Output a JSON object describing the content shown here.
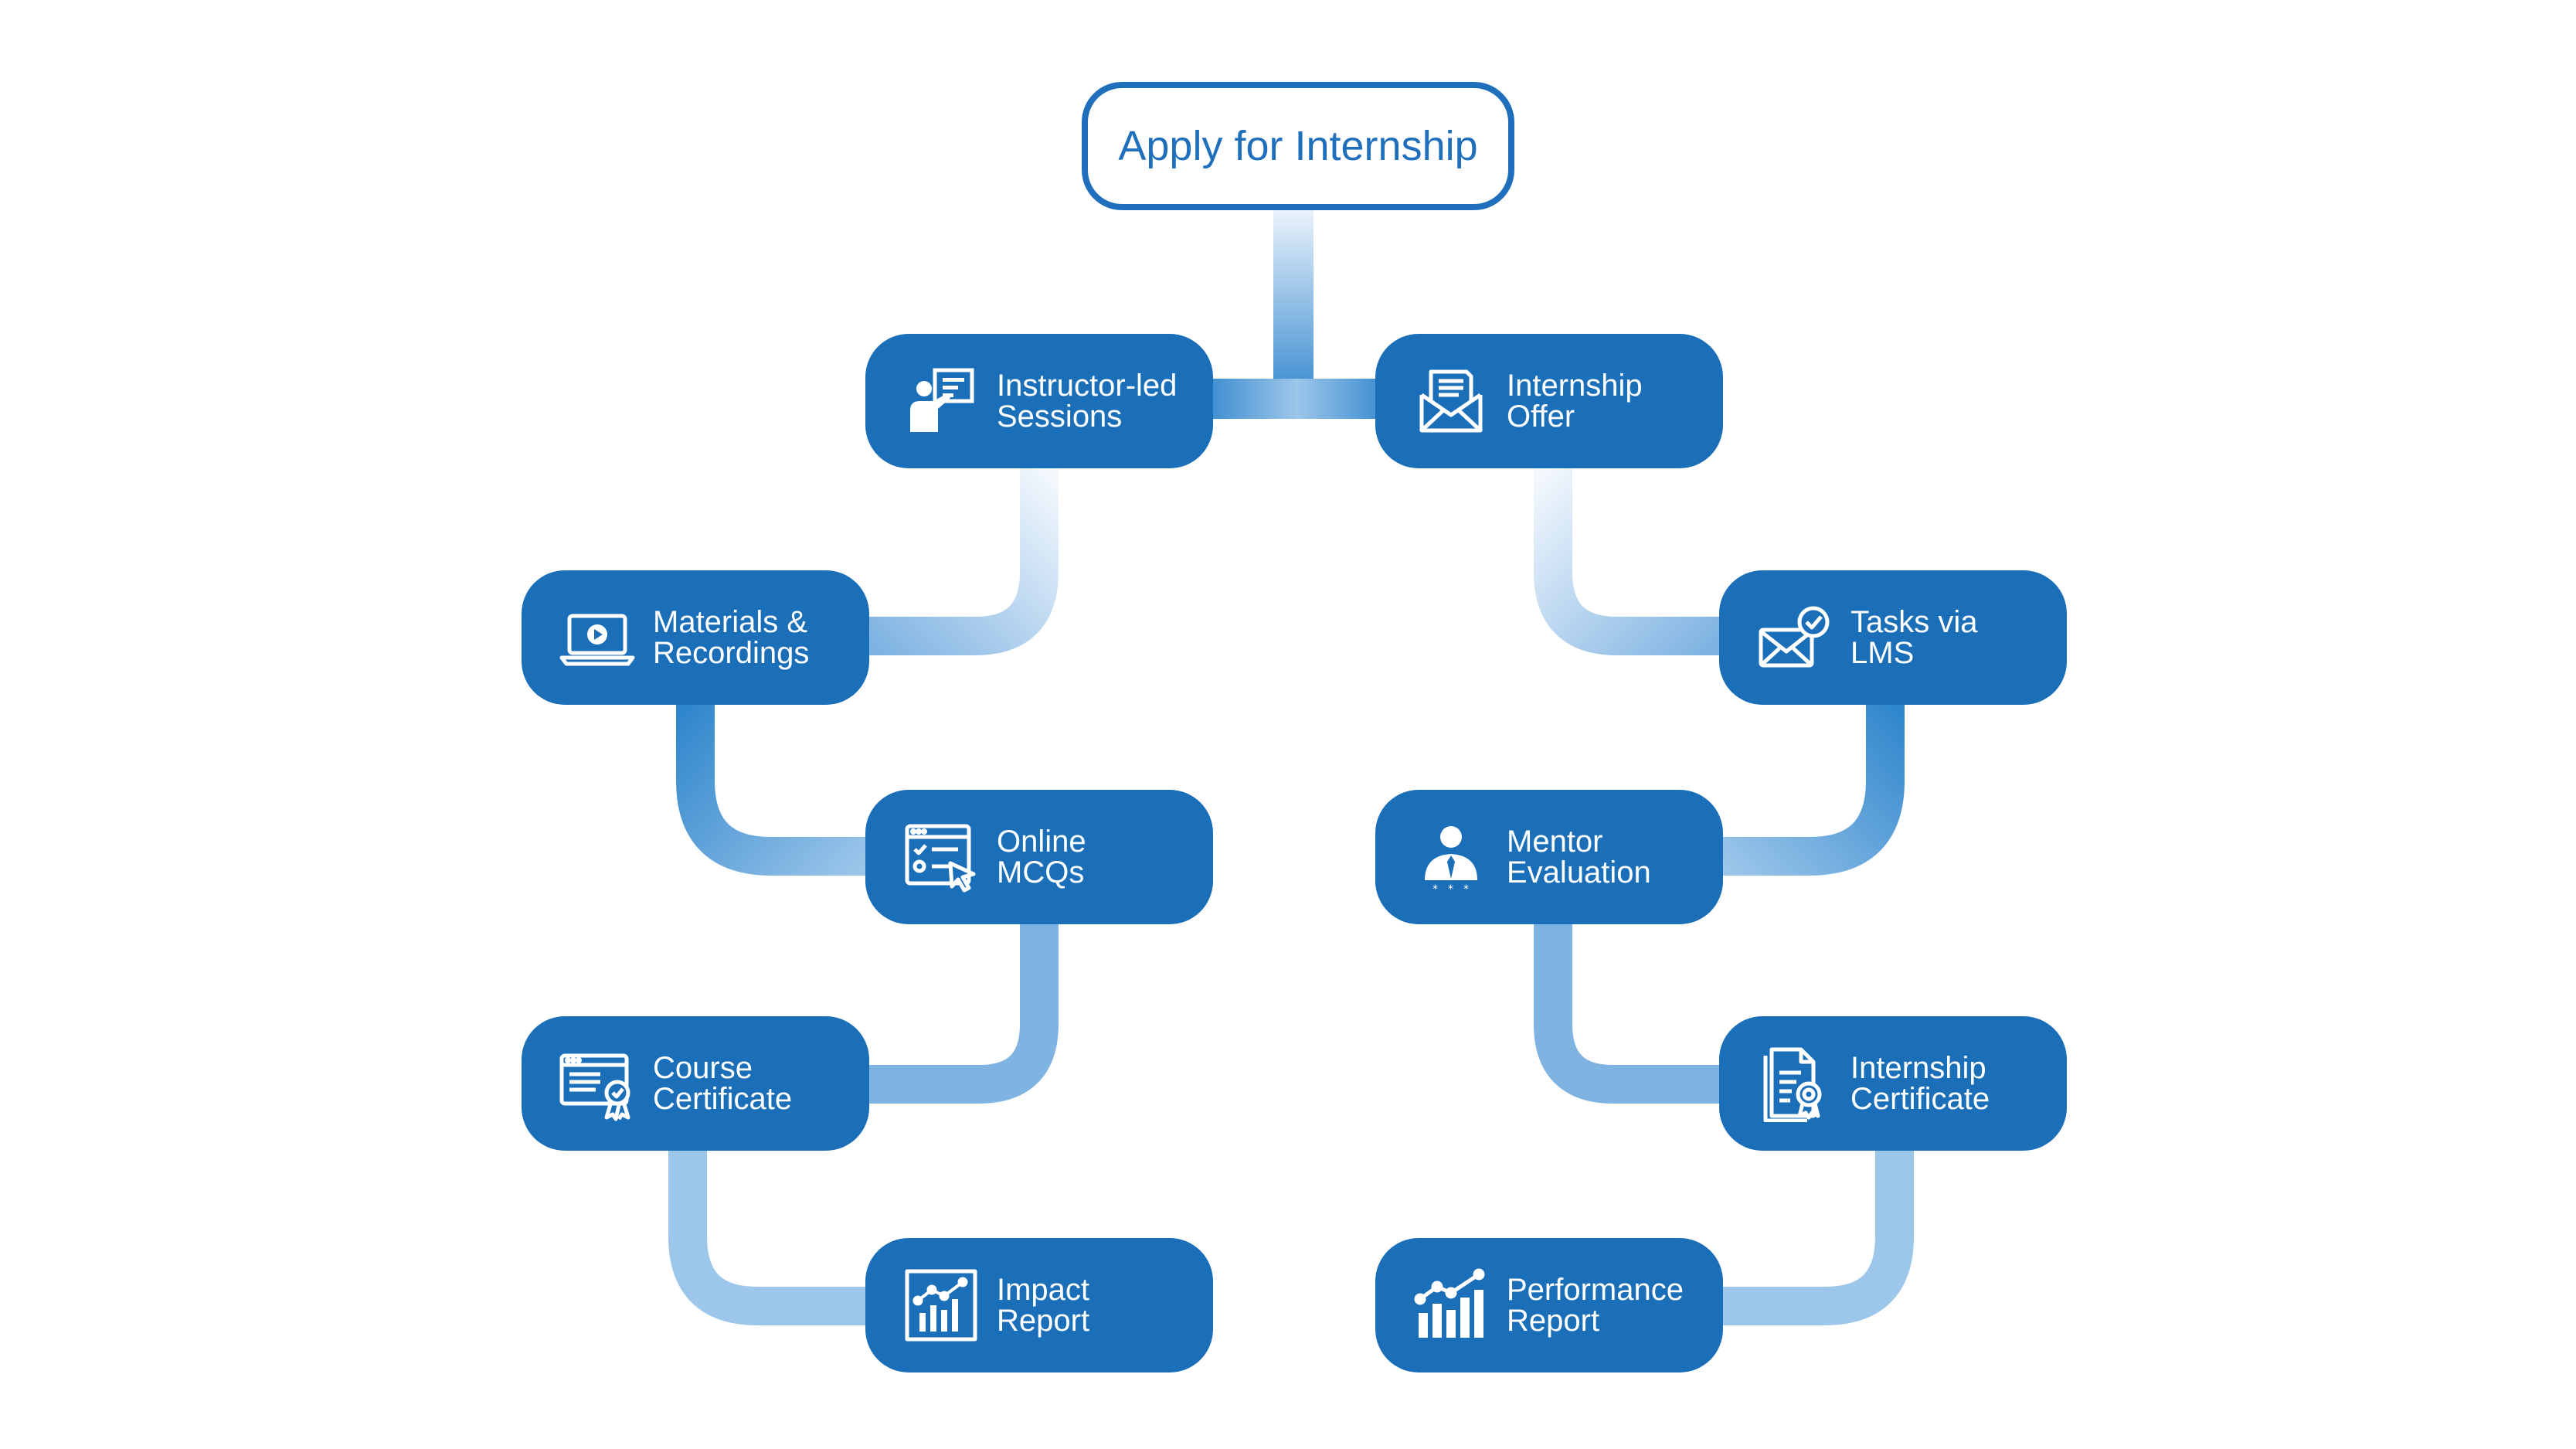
{
  "colors": {
    "accent": "#1b6eb8",
    "outline": "#1f6fbd",
    "connector": "#3a8bd0",
    "connector_light": "#dcebf8"
  },
  "root": {
    "label": "Apply for Internship"
  },
  "nodes": {
    "instructor_led_sessions": {
      "line1": "Instructor-led",
      "line2": "Sessions",
      "icon": "presenter-board-icon"
    },
    "internship_offer": {
      "line1": "Internship",
      "line2": "Offer",
      "icon": "envelope-letter-icon"
    },
    "materials_recordings": {
      "line1": "Materials &",
      "line2": "Recordings",
      "icon": "laptop-play-icon"
    },
    "tasks_via_lms": {
      "line1": "Tasks via",
      "line2": "LMS",
      "icon": "mail-check-icon"
    },
    "online_mcqs": {
      "line1": "Online",
      "line2": "MCQs",
      "icon": "checklist-cursor-icon"
    },
    "mentor_evaluation": {
      "line1": "Mentor",
      "line2": "Evaluation",
      "icon": "mentor-rating-icon"
    },
    "course_certificate": {
      "line1": "Course",
      "line2": "Certificate",
      "icon": "certificate-ribbon-icon"
    },
    "internship_certificate": {
      "line1": "Internship",
      "line2": "Certificate",
      "icon": "document-badge-icon"
    },
    "impact_report": {
      "line1": "Impact",
      "line2": "Report",
      "icon": "bar-chart-icon"
    },
    "performance_report": {
      "line1": "Performance",
      "line2": "Report",
      "icon": "bar-chart-trend-icon"
    }
  }
}
